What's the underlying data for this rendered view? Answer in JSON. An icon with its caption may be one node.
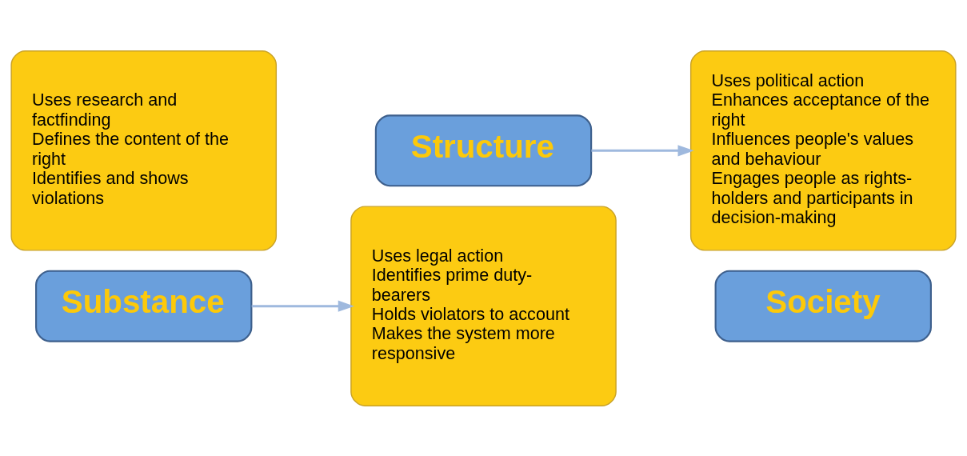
{
  "diagram": {
    "nodes": [
      {
        "text": [
          "Substance"
        ]
      },
      {
        "text": [
          "Uses research and factfinding",
          "Defines the content of the right",
          "Identifies and shows violations"
        ]
      },
      {
        "text": [
          "Structure"
        ]
      },
      {
        "text": [
          "Uses legal action",
          "Identifies prime duty-bearers",
          "Holds violators to account",
          "Makes the system more responsive"
        ]
      },
      {
        "text": [
          "Society"
        ]
      },
      {
        "text": [
          "Uses political action",
          "Enhances acceptance of the right",
          "Influences people's values and behaviour",
          "Engages people as rights-holders and participants in decision-making"
        ]
      }
    ],
    "edges": [
      {
        "from": 0,
        "to": 3,
        "arrow": "to"
      },
      {
        "from": 2,
        "to": 5,
        "arrow": "to"
      }
    ]
  }
}
